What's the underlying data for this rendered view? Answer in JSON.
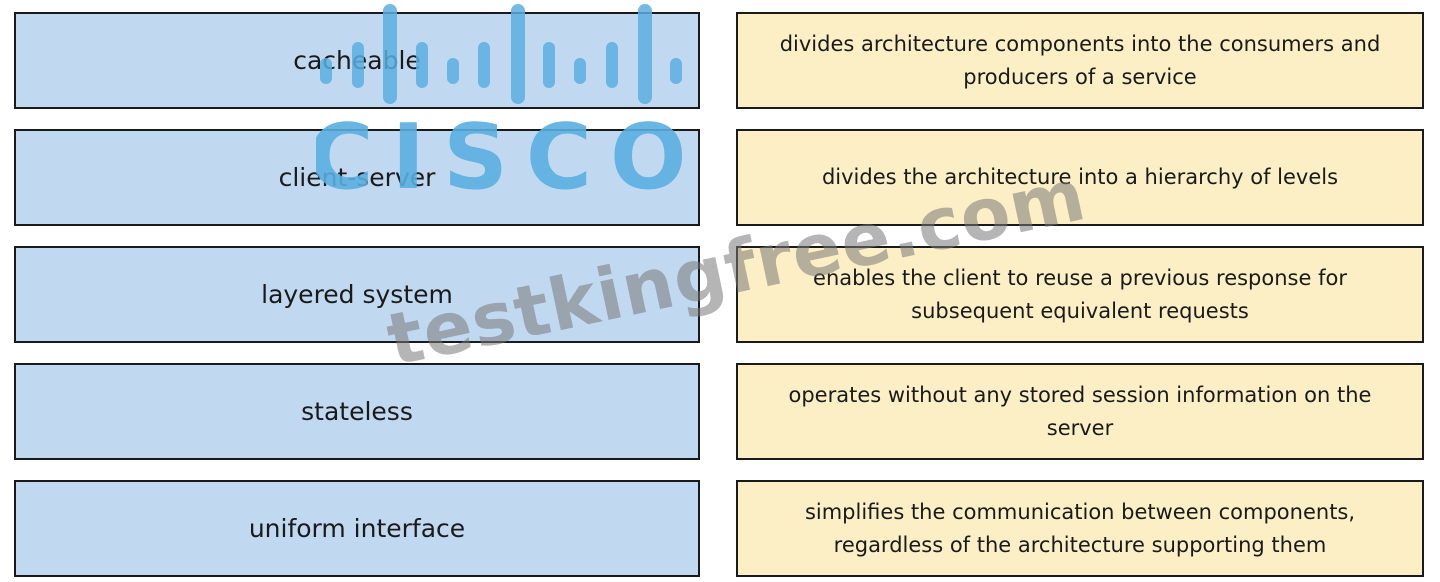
{
  "terms": [
    "cacheable",
    "client-server",
    "layered system",
    "stateless",
    "uniform interface"
  ],
  "descriptions": [
    "divides architecture components into the consumers and producers of a service",
    "divides the architecture into a hierarchy of levels",
    "enables the client to reuse a previous response for subsequent equivalent requests",
    "operates without any stored session information on the server",
    "simplifies the communication between components, regardless of the architecture supporting them"
  ],
  "watermark": {
    "logo_text": "CISCO",
    "site_text": "testkingfree.com",
    "logo_color": "#5aaee0"
  },
  "colors": {
    "term_fill": "#c0d9f0",
    "desc_fill": "#fcefc5"
  }
}
